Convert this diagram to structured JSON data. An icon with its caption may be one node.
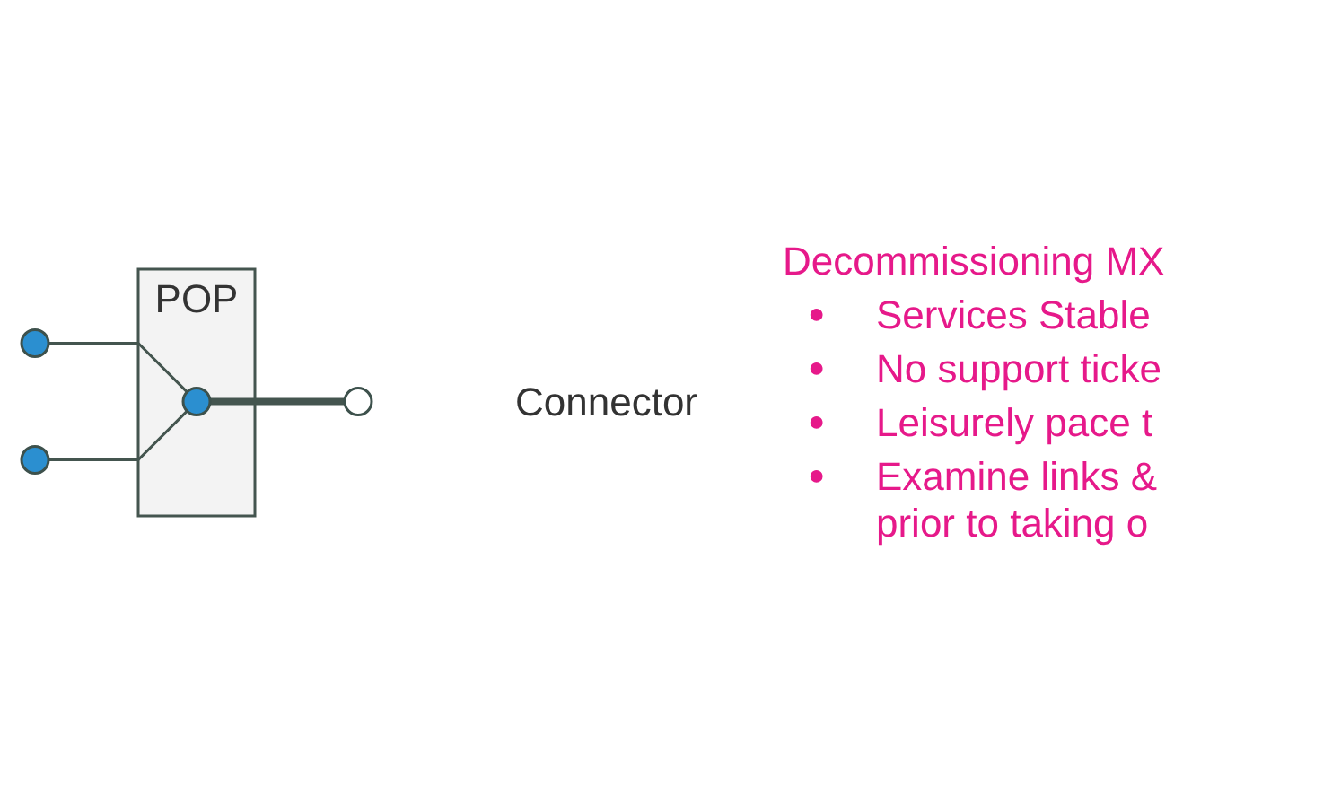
{
  "diagram": {
    "nodes": [
      {
        "text": [
          "POP"
        ]
      },
      {
        "text": [],
        "shape": "circle",
        "beside": [
          "Connector"
        ]
      },
      {
        "text": [],
        "shape": "circle"
      },
      {
        "text": [],
        "shape": "circle",
        "in": 0
      },
      {
        "text": [],
        "shape": "circle"
      }
    ],
    "edges": [
      {
        "from": 3,
        "to": 1,
        "arrow": "none",
        "style": "thick"
      },
      {
        "from": 2,
        "to": 3,
        "arrow": "none"
      },
      {
        "from": 4,
        "to": 3,
        "arrow": "none"
      }
    ],
    "labels": [
      "Decommissioning MX",
      "●",
      "Services Stable",
      "●",
      "No support ticke",
      "●",
      "Leisurely pace t",
      "●",
      "Examine links & prior to taking o"
    ]
  }
}
